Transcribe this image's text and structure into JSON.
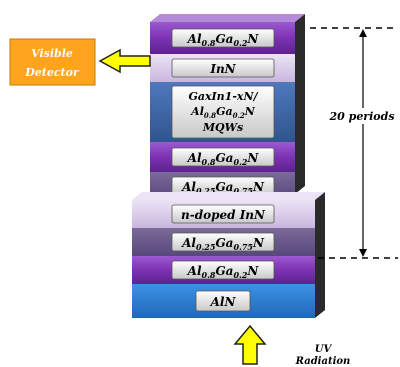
{
  "layers": {
    "top_algan": {
      "prefix": "Al",
      "sub1": "0.8",
      "mid": "Ga",
      "sub2": "0.2",
      "suffix": "N"
    },
    "inn": {
      "text": "InN"
    },
    "mqw": {
      "line1": "GaxIn1-xN/",
      "line2_prefix": "Al",
      "line2_sub1": "0.8",
      "line2_mid": "Ga",
      "line2_sub2": "0.2",
      "line2_suffix": "N",
      "line3": "MQWs"
    },
    "algan_08": {
      "prefix": "Al",
      "sub1": "0.8",
      "mid": "Ga",
      "sub2": "0.2",
      "suffix": "N"
    },
    "algan_025_upper": {
      "prefix": "Al",
      "sub1": "0.25",
      "mid": "Ga",
      "sub2": "0.75",
      "suffix": "N"
    },
    "n_doped_inn": {
      "text": "n-doped InN"
    },
    "algan_025_lower": {
      "prefix": "Al",
      "sub1": "0.25",
      "mid": "Ga",
      "sub2": "0.75",
      "suffix": "N"
    },
    "algan_08_lower": {
      "prefix": "Al",
      "sub1": "0.8",
      "mid": "Ga",
      "sub2": "0.2",
      "suffix": "N"
    },
    "aln": {
      "text": "AlN"
    }
  },
  "detector": {
    "line1": "Visible",
    "line2": "Detector"
  },
  "periods_label": "20 periods",
  "uv": {
    "line1": "UV",
    "line2": "Radiation"
  },
  "colors": {
    "purple": "#7d32b3",
    "lavender": "#d7c8e6",
    "blue_mqw": "#3d66ab",
    "muted_purple": "#6b5a8a",
    "aln_blue": "#2f7fd0",
    "detector_orange": "#ffa41c",
    "arrow_yellow": "#ffff00"
  }
}
